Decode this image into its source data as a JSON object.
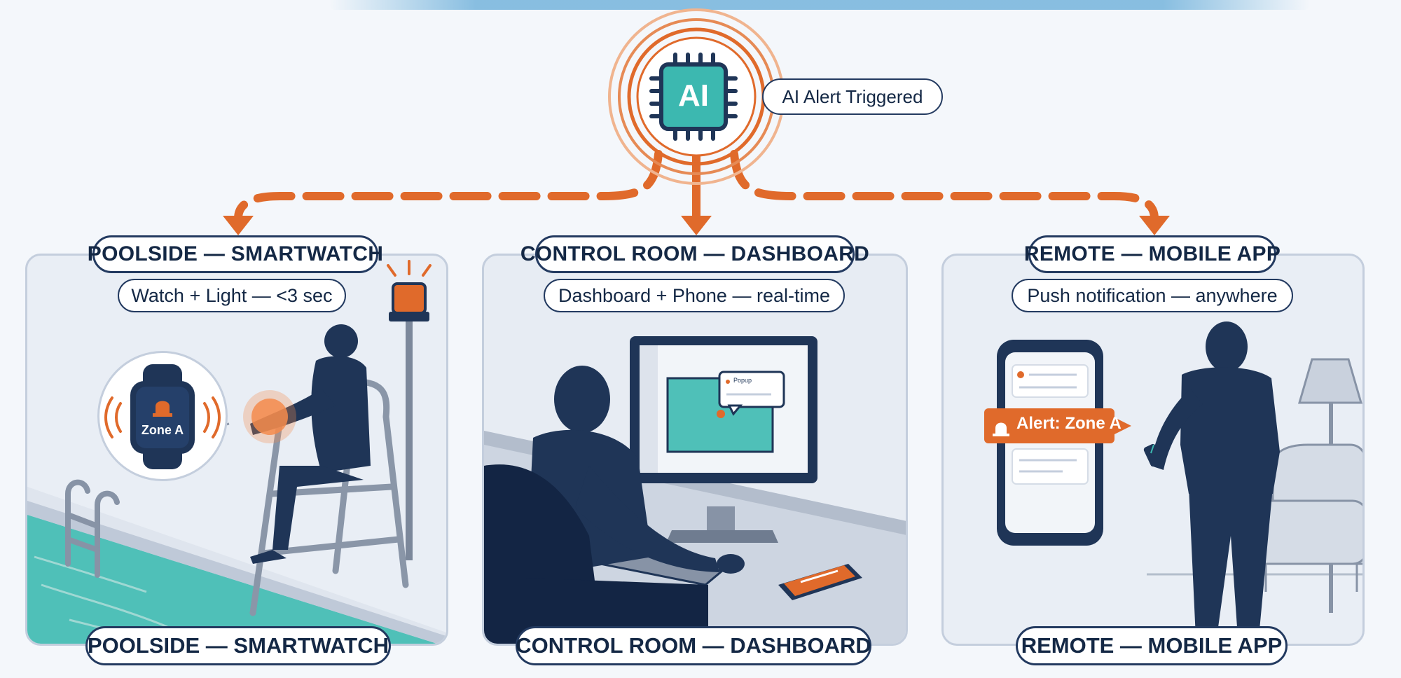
{
  "colors": {
    "accent": "#e06a2b",
    "navy": "#1f3557",
    "teal": "#3cb8b0",
    "heading_blue": "#2f8fcb"
  },
  "hub": {
    "chip_text": "AI",
    "chip_icon": "ai-chip-icon",
    "alert_label": "AI Alert Triggered"
  },
  "panels": [
    {
      "title": "POOLSIDE — SMARTWATCH",
      "subtitle": "Watch + Light — <3 sec",
      "bottom_label": "POOLSIDE — SMARTWATCH",
      "watch_text": "Zone A",
      "icons": [
        "smartwatch-icon",
        "warning-beacon-icon",
        "lifeguard-chair-icon",
        "pool-ladder-icon"
      ]
    },
    {
      "title": "CONTROL ROOM — DASHBOARD",
      "subtitle": "Dashboard + Phone — real-time",
      "bottom_label": "CONTROL ROOM — DASHBOARD",
      "popup_text": "Popup",
      "icons": [
        "monitor-icon",
        "keyboard-icon",
        "phone-icon",
        "operator-icon"
      ]
    },
    {
      "title": "REMOTE — MOBILE APP",
      "subtitle": "Push notification — anywhere",
      "bottom_label": "REMOTE — MOBILE APP",
      "alert_text": "Alert: Zone A",
      "icons": [
        "mobile-phone-icon",
        "bell-icon",
        "floor-lamp-icon",
        "armchair-icon"
      ]
    }
  ]
}
